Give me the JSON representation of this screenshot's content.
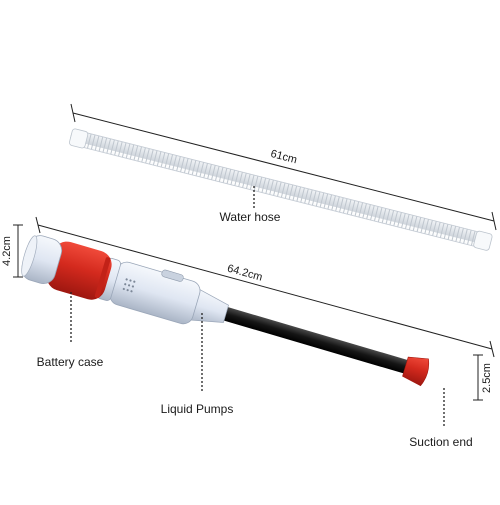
{
  "dimensions": {
    "hose_length": "61cm",
    "pump_length": "64.2cm",
    "handle_diameter": "4.2cm",
    "tip_diameter": "2.5cm"
  },
  "callouts": {
    "water_hose": "Water hose",
    "battery_case": "Battery case",
    "liquid_pumps": "Liquid Pumps",
    "suction_end": "Suction end"
  },
  "colors": {
    "pump_red": "#d42a1e",
    "pump_body": "#dfe6f2",
    "tube_black": "#151515",
    "line": "#222222"
  }
}
